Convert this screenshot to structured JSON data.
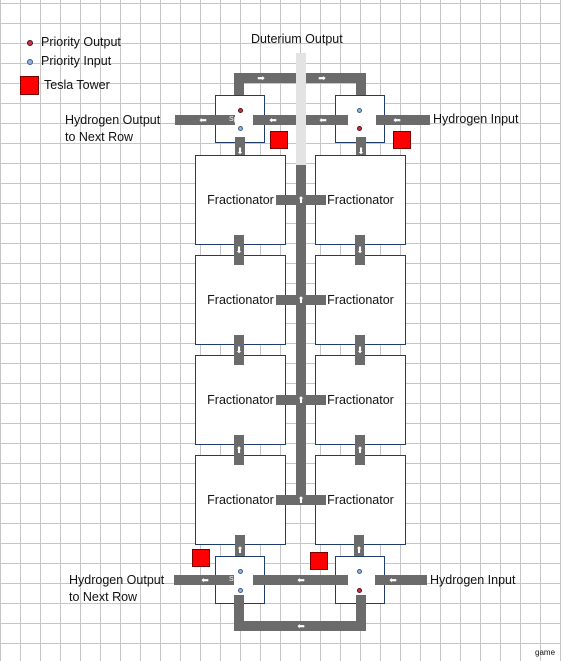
{
  "legend": {
    "priority_output": "Priority Output",
    "priority_input": "Priority Input",
    "tesla_tower": "Tesla Tower"
  },
  "labels": {
    "deuterium_output": "Duterium Output",
    "hydrogen_output_top": "Hydrogen Output\nto Next Row",
    "hydrogen_input_top": "Hydrogen Input",
    "hydrogen_output_bottom": "Hydrogen Output\nto Next Row",
    "hydrogen_input_bottom": "Hydrogen Input",
    "splitter": "Splitter",
    "fractionator": "Fractionator"
  },
  "fractionators": [
    "Fractionator",
    "Fractionator",
    "Fractionator",
    "Fractionator",
    "Fractionator",
    "Fractionator",
    "Fractionator",
    "Fractionator"
  ],
  "watermark": "game",
  "colors": {
    "belt": "#6b6b6b",
    "grid": "#c6c6c6",
    "tesla": "#ff0000",
    "priority_output": "#c0394b",
    "priority_input": "#8fb5e0",
    "outline": "#1f3d6b"
  }
}
